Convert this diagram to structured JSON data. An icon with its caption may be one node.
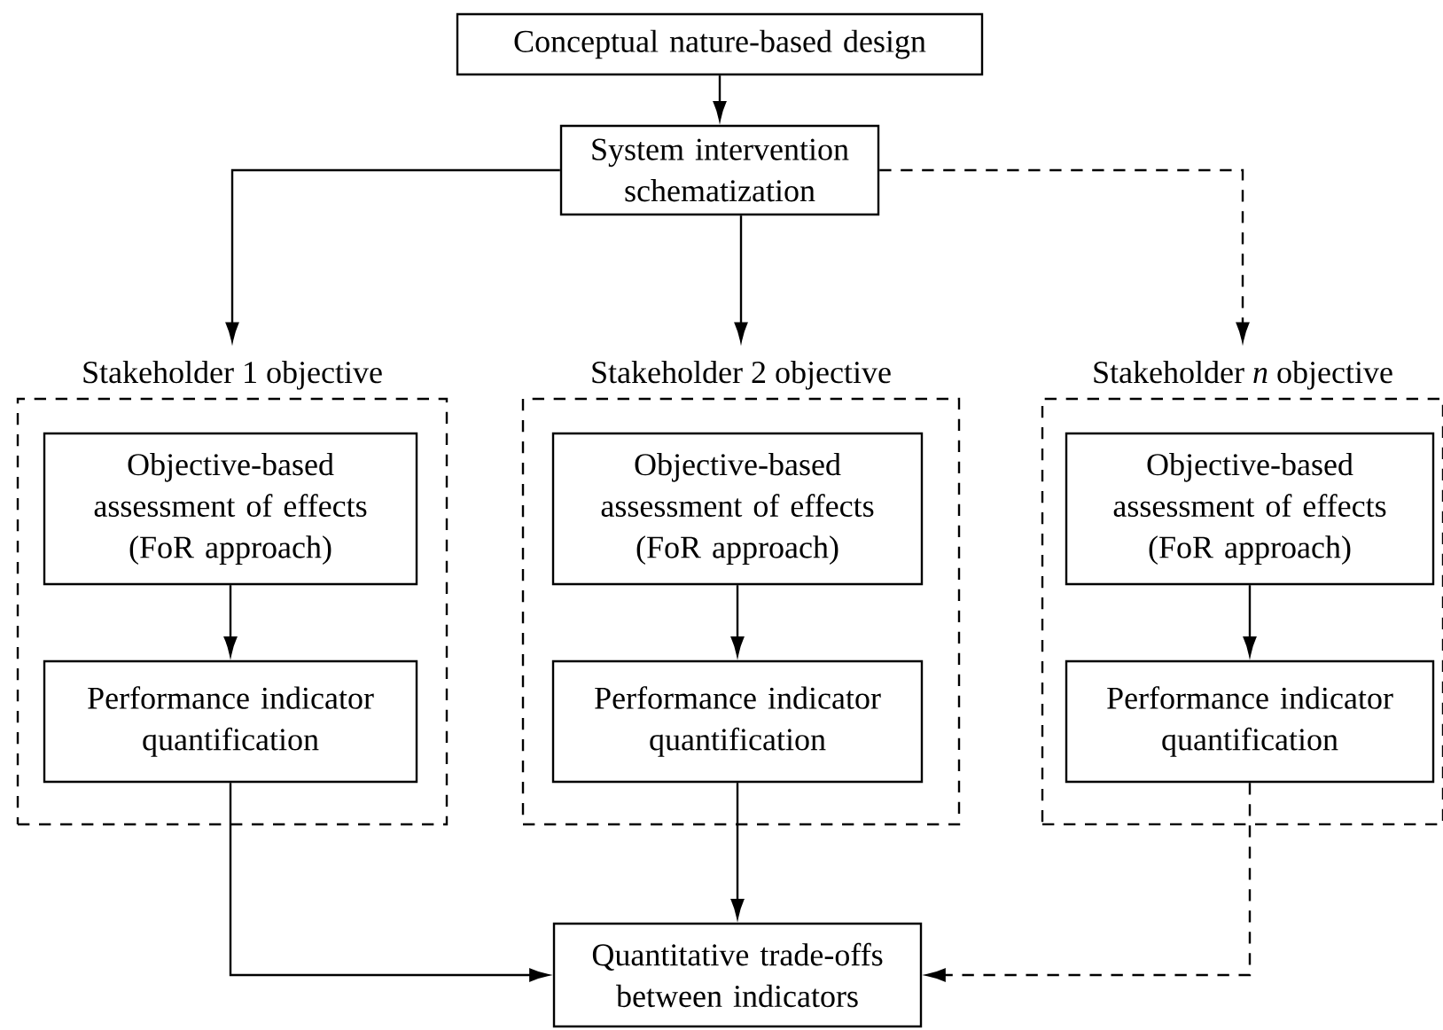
{
  "diagram": {
    "nodes": [
      {
        "text": [
          "Conceptual nature-based design"
        ]
      },
      {
        "text": [
          "System intervention schematization"
        ]
      },
      {
        "text": [
          "Stakeholder 1 objective"
        ]
      },
      {
        "text": [
          "Objective-based assessment of effects (FoR approach)"
        ],
        "in": 2
      },
      {
        "text": [
          "Performance indicator quantification"
        ],
        "in": 2
      },
      {
        "text": [
          "Stakeholder 2 objective"
        ]
      },
      {
        "text": [
          "Objective-based assessment of effects (FoR approach)"
        ],
        "in": 5
      },
      {
        "text": [
          "Performance indicator quantification"
        ],
        "in": 5
      },
      {
        "text": [
          "Stakeholder *n* objective"
        ]
      },
      {
        "text": [
          "Objective-based assessment of effects (FoR approach)"
        ],
        "in": 8
      },
      {
        "text": [
          "Performance indicator quantification"
        ],
        "in": 8
      },
      {
        "text": [
          "Quantitative trade-offs between indicators"
        ]
      }
    ],
    "edges": [
      {
        "from": 0,
        "to": 1,
        "arrow": "to"
      },
      {
        "from": 1,
        "to": 2,
        "arrow": "to"
      },
      {
        "from": 1,
        "to": 5,
        "arrow": "to"
      },
      {
        "from": 1,
        "to": 8,
        "arrow": "to",
        "style": "dashed"
      },
      {
        "from": 3,
        "to": 4,
        "arrow": "to"
      },
      {
        "from": 6,
        "to": 7,
        "arrow": "to"
      },
      {
        "from": 9,
        "to": 10,
        "arrow": "to"
      },
      {
        "from": 4,
        "to": 11,
        "arrow": "to"
      },
      {
        "from": 7,
        "to": 11,
        "arrow": "to"
      },
      {
        "from": 10,
        "to": 11,
        "arrow": "to",
        "style": "dashed"
      }
    ]
  }
}
